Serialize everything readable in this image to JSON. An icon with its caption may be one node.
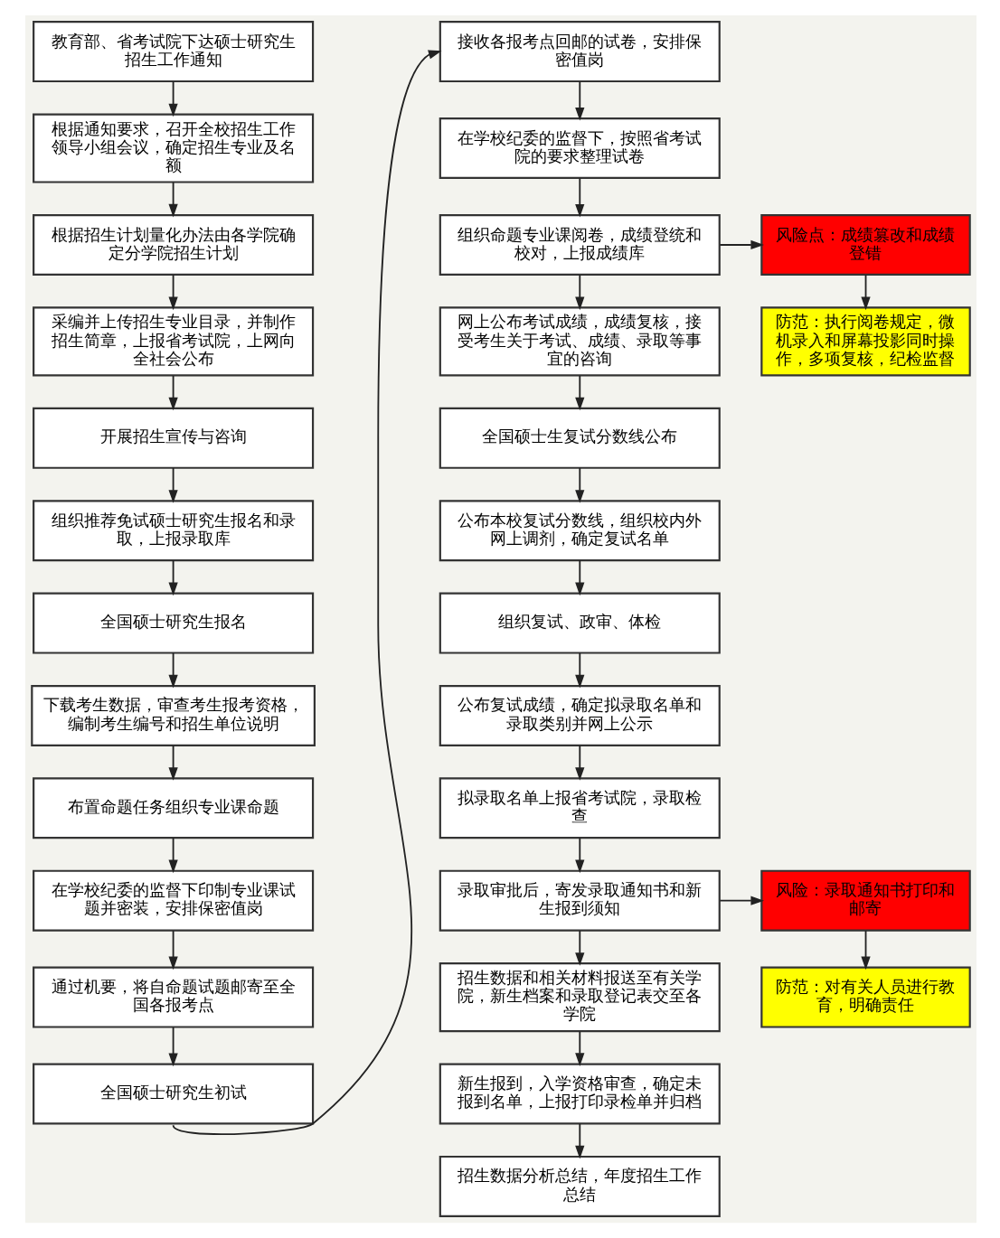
{
  "diagram": {
    "nodes": [
      {
        "text": [
          "教育部、省考试院下达硕士研究生招生工作通知"
        ]
      },
      {
        "text": [
          "根据通知要求，召开全校招生工作领导小组会议，确定招生专业及名额"
        ]
      },
      {
        "text": [
          "根据招生计划量化办法由各学院确定分学院招生计划"
        ]
      },
      {
        "text": [
          "采编并上传招生专业目录，并制作招生简章，上报省考试院，上网向全社会公布"
        ]
      },
      {
        "text": [
          "开展招生宣传与咨询"
        ]
      },
      {
        "text": [
          "组织推荐免试硕士研究生报名和录取，上报录取库"
        ]
      },
      {
        "text": [
          "全国硕士研究生报名"
        ]
      },
      {
        "text": [
          "下载考生数据，审查考生报考资格，编制考生编号和招生单位说明"
        ]
      },
      {
        "text": [
          "布置命题任务组织专业课命题"
        ]
      },
      {
        "text": [
          "在学校纪委的监督下印制专业课试题并密装，安排保密值岗"
        ]
      },
      {
        "text": [
          "通过机要，将自命题试题邮寄至全国各报考点"
        ]
      },
      {
        "text": [
          "全国硕士研究生初试"
        ]
      },
      {
        "text": [
          "接收各报考点回邮的试卷，安排保密值岗"
        ]
      },
      {
        "text": [
          "在学校纪委的监督下，按照省考试院的要求整理试卷"
        ]
      },
      {
        "text": [
          "组织命题专业课阅卷，成绩登统和校对，上报成绩库"
        ]
      },
      {
        "text": [
          "网上公布考试成绩，成绩复核，接受考生关于考试、成绩、录取等事宜的咨询"
        ]
      },
      {
        "text": [
          "全国硕士生复试分数线公布"
        ]
      },
      {
        "text": [
          "公布本校复试分数线，组织校内外网上调剂，确定复试名单"
        ]
      },
      {
        "text": [
          "组织复试、政审、体检"
        ]
      },
      {
        "text": [
          "公布复试成绩，确定拟录取名单和录取类别并网上公示"
        ]
      },
      {
        "text": [
          "拟录取名单上报省考试院，录取检查"
        ]
      },
      {
        "text": [
          "录取审批后，寄发录取通知书和新生报到须知"
        ]
      },
      {
        "text": [
          "招生数据和相关材料报送至有关学院，新生档案和录取登记表交至各学院"
        ]
      },
      {
        "text": [
          "新生报到，入学资格审查，确定未报到名单，上报打印录检单并归档"
        ]
      },
      {
        "text": [
          "招生数据分析总结，年度招生工作总结"
        ]
      },
      {
        "text": [
          "风险点：成绩篡改和成绩登错"
        ]
      },
      {
        "text": [
          "防范：执行阅卷规定，微机录入和屏幕投影同时操作，多项复核，纪检监督"
        ]
      },
      {
        "text": [
          "风险：录取通知书打印和邮寄"
        ]
      },
      {
        "text": [
          "防范：对有关人员进行教育，明确责任"
        ]
      }
    ],
    "edges": [
      {
        "from": 0,
        "to": 1,
        "arrow": "to"
      },
      {
        "from": 1,
        "to": 2,
        "arrow": "to"
      },
      {
        "from": 2,
        "to": 3,
        "arrow": "to"
      },
      {
        "from": 3,
        "to": 4,
        "arrow": "to"
      },
      {
        "from": 4,
        "to": 5,
        "arrow": "to"
      },
      {
        "from": 5,
        "to": 6,
        "arrow": "to"
      },
      {
        "from": 6,
        "to": 7,
        "arrow": "to"
      },
      {
        "from": 7,
        "to": 8,
        "arrow": "to"
      },
      {
        "from": 8,
        "to": 9,
        "arrow": "to"
      },
      {
        "from": 9,
        "to": 10,
        "arrow": "to"
      },
      {
        "from": 10,
        "to": 11,
        "arrow": "to"
      },
      {
        "from": 11,
        "to": 12,
        "arrow": "to"
      },
      {
        "from": 12,
        "to": 13,
        "arrow": "to"
      },
      {
        "from": 13,
        "to": 14,
        "arrow": "to"
      },
      {
        "from": 14,
        "to": 15,
        "arrow": "to"
      },
      {
        "from": 15,
        "to": 16,
        "arrow": "to"
      },
      {
        "from": 16,
        "to": 17,
        "arrow": "to"
      },
      {
        "from": 17,
        "to": 18,
        "arrow": "to"
      },
      {
        "from": 18,
        "to": 19,
        "arrow": "to"
      },
      {
        "from": 19,
        "to": 20,
        "arrow": "to"
      },
      {
        "from": 20,
        "to": 21,
        "arrow": "to"
      },
      {
        "from": 21,
        "to": 22,
        "arrow": "to"
      },
      {
        "from": 22,
        "to": 23,
        "arrow": "to"
      },
      {
        "from": 23,
        "to": 24,
        "arrow": "to"
      },
      {
        "from": 14,
        "to": 25,
        "arrow": "to"
      },
      {
        "from": 25,
        "to": 26,
        "arrow": "to"
      },
      {
        "from": 21,
        "to": 27,
        "arrow": "to"
      },
      {
        "from": 27,
        "to": 28,
        "arrow": "to"
      }
    ]
  }
}
